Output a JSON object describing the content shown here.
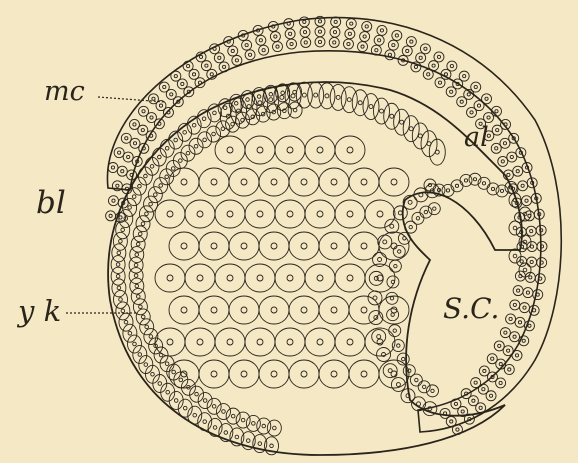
{
  "figure": {
    "background": "#f4e8c5",
    "ink": "#2a241b",
    "labels": {
      "mc": "mc",
      "al": "al",
      "bl": "bl",
      "yk": "y k",
      "sc": "S.C."
    }
  }
}
